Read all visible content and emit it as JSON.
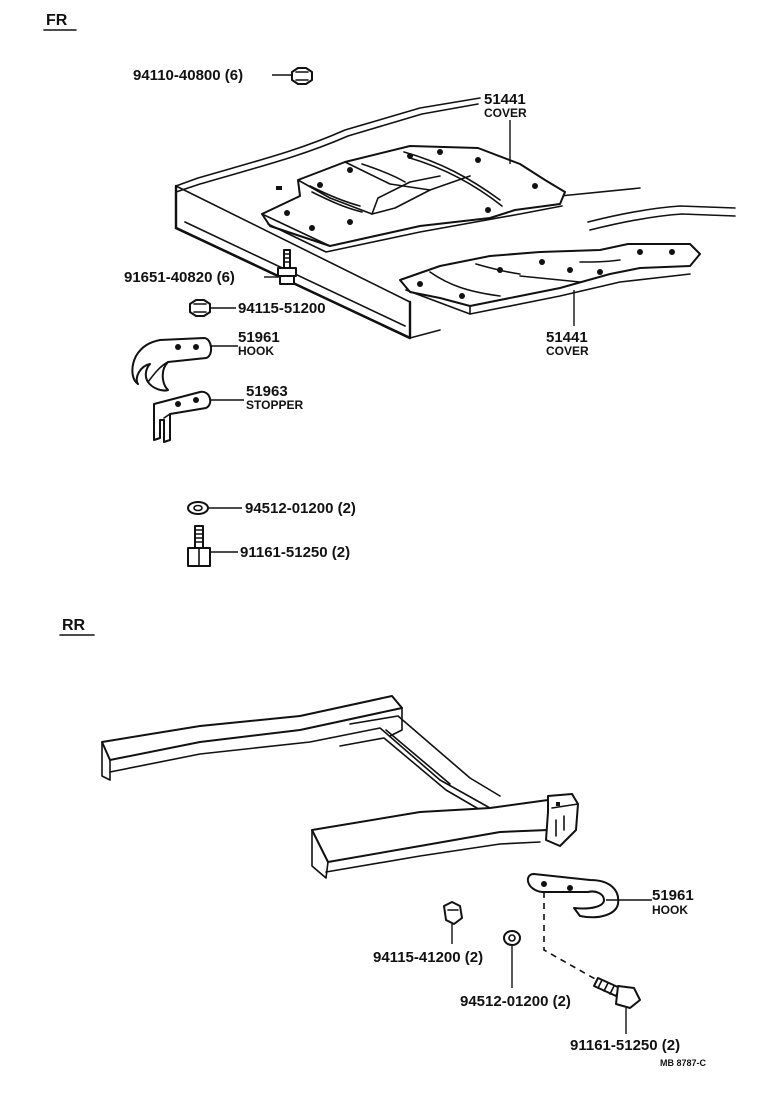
{
  "sections": {
    "front": "FR",
    "rear": "RR"
  },
  "front_labels": {
    "nut_top": "94110-40800 (6)",
    "cover_upper_num": "51441",
    "cover_upper_name": "COVER",
    "bolt_mid": "91651-40820 (6)",
    "nut_mid": "94115-51200",
    "cover_lower_num": "51441",
    "cover_lower_name": "COVER",
    "hook_num": "51961",
    "hook_name": "HOOK",
    "stopper_num": "51963",
    "stopper_name": "STOPPER",
    "washer": "94512-01200 (2)",
    "bolt": "91161-51250 (2)"
  },
  "rear_labels": {
    "hook_num": "51961",
    "hook_name": "HOOK",
    "nut": "94115-41200 (2)",
    "washer": "94512-01200 (2)",
    "bolt": "91161-51250 (2)"
  },
  "drawing_code": "MB 8787-C"
}
